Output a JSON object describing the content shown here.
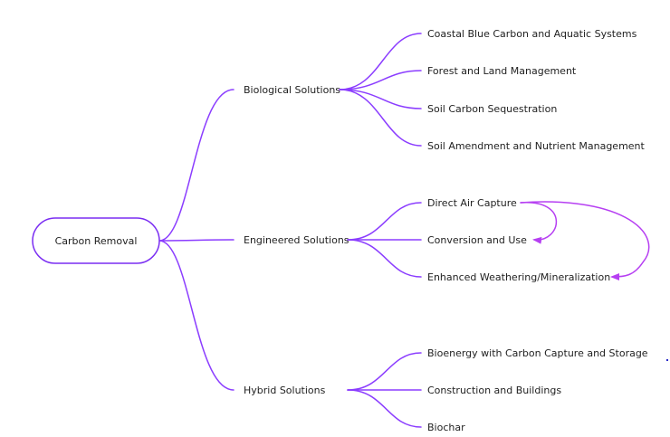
{
  "colors": {
    "edge": "#8b3dff",
    "relation": "#b63ff2",
    "root_border": "#7a2df2",
    "text": "#1f1f1f"
  },
  "root": {
    "label": "Carbon Removal"
  },
  "branches": [
    {
      "label": "Biological Solutions",
      "children": [
        "Coastal Blue Carbon and Aquatic Systems",
        "Forest and Land Management",
        "Soil Carbon Sequestration",
        "Soil Amendment and Nutrient Management"
      ]
    },
    {
      "label": "Engineered Solutions",
      "children": [
        "Direct Air Capture",
        "Conversion and Use",
        "Enhanced Weathering/Mineralization"
      ]
    },
    {
      "label": "Hybrid Solutions",
      "children": [
        "Bioenergy with Carbon Capture and Storage",
        "Construction and Buildings",
        "Biochar"
      ]
    }
  ],
  "relations": [
    {
      "from": "Direct Air Capture",
      "to": "Conversion and Use"
    },
    {
      "from": "Direct Air Capture",
      "to": "Enhanced Weathering/Mineralization"
    }
  ]
}
